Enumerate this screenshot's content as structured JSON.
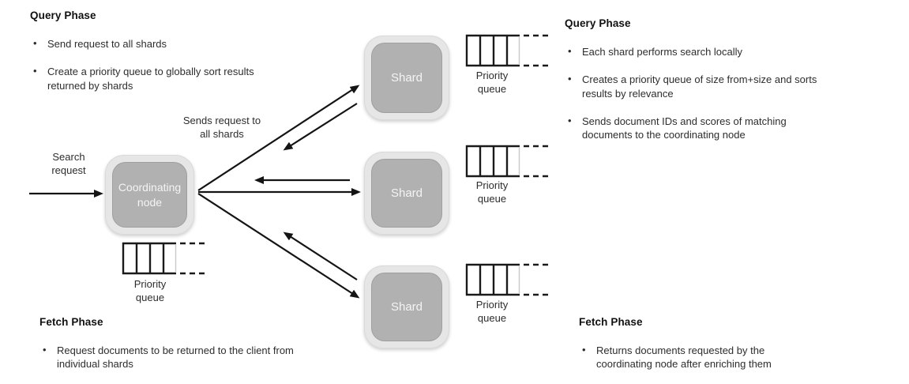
{
  "panels": {
    "query_left": {
      "title": "Query Phase",
      "bullets": [
        "Send request to all shards",
        "Create a priority queue to globally sort results returned by shards"
      ]
    },
    "query_right": {
      "title": "Query Phase",
      "bullets": [
        "Each shard performs search locally",
        "Creates a priority queue of size from+size and sorts results by relevance",
        "Sends document IDs and scores of matching documents to the coordinating node"
      ]
    },
    "fetch_left": {
      "title": "Fetch Phase",
      "bullets": [
        "Request documents to be returned to the client from individual shards"
      ]
    },
    "fetch_right": {
      "title": "Fetch Phase",
      "bullets": [
        "Returns documents requested by the coordinating node after enriching them"
      ]
    }
  },
  "diagram": {
    "search_request_label": "Search request",
    "sends_request_label": "Sends request to all shards",
    "coordinating_node_label": "Coordinating node",
    "shards": [
      "Shard",
      "Shard",
      "Shard"
    ],
    "priority_queue_label": "Priority queue"
  },
  "colors": {
    "node_inner_fill": "#b1b1b1",
    "node_frame_fill": "#e6e6e6",
    "node_text": "#f4f4f4",
    "arrow_line": "#141414",
    "body_text": "#2d2d2d"
  }
}
